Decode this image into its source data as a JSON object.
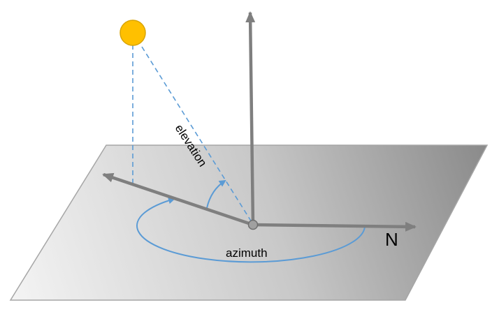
{
  "labels": {
    "elevation": "elevation",
    "azimuth": "azimuth",
    "north": "N"
  },
  "icons": {
    "sun": "sun-icon"
  },
  "colors": {
    "sun_fill": "#FFC000",
    "sun_stroke": "#D9A400",
    "axis": "#7F7F7F",
    "guide_lines": "#5B9BD5",
    "plane_light": "#F2F2F2",
    "plane_dark": "#8C8C8C"
  }
}
